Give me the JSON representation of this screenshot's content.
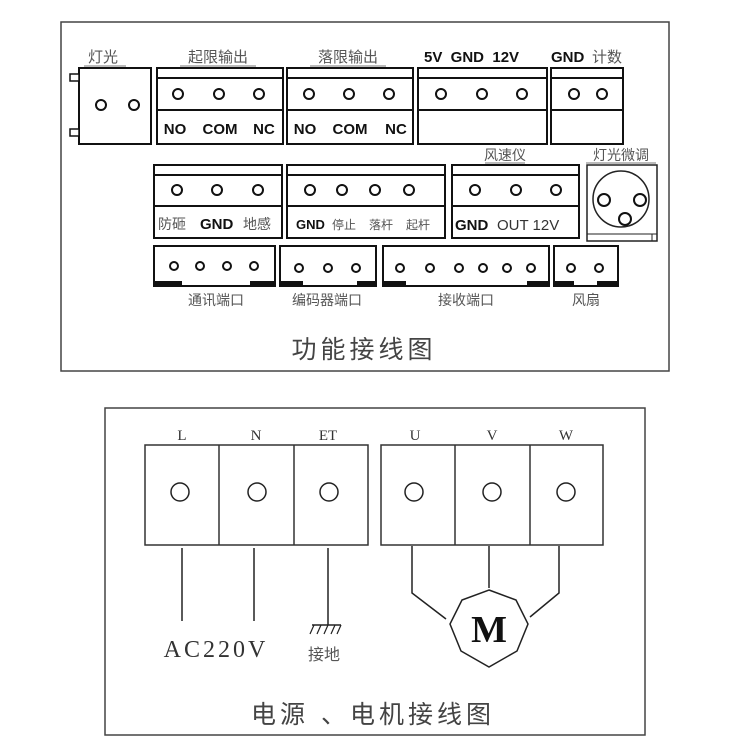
{
  "function_diagram": {
    "title": "功能接线图",
    "top_row": {
      "light": {
        "label": "灯光",
        "pins": 2
      },
      "up_limit": {
        "label": "起限输出",
        "pins": 3,
        "pin_labels": [
          "NO",
          "COM",
          "NC"
        ]
      },
      "down_limit": {
        "label": "落限输出",
        "pins": 3,
        "pin_labels": [
          "NO",
          "COM",
          "NC"
        ]
      },
      "power": {
        "label": "5V  GND  12V",
        "pins": 3
      },
      "counter": {
        "label_bold": "GND",
        "label": "计数",
        "pins": 2
      }
    },
    "middle_row": {
      "anti_smash": {
        "pins": 3,
        "label_parts": [
          "防砸",
          "GND",
          "地感"
        ]
      },
      "control": {
        "pins": 4,
        "label_parts": [
          "GND",
          "停止",
          "落杆",
          "起杆"
        ]
      },
      "anemometer": {
        "label": "风速仪",
        "pins": 3,
        "label_parts": [
          "GND",
          "OUT 12V"
        ]
      },
      "light_adjust": {
        "label": "灯光微调",
        "pins": 3
      }
    },
    "bottom_row": {
      "comm": {
        "label": "通讯端口",
        "pins": 4
      },
      "encoder": {
        "label": "编码器端口",
        "pins": 3
      },
      "receiver": {
        "label": "接收端口",
        "pins": 6
      },
      "fan": {
        "label": "风扇",
        "pins": 2
      }
    }
  },
  "power_diagram": {
    "title": "电源 、电机接线图",
    "power_terminals": [
      "L",
      "N",
      "ET"
    ],
    "motor_terminals": [
      "U",
      "V",
      "W"
    ],
    "supply_label": "AC220V",
    "ground_label": "接地",
    "motor_label": "M"
  }
}
